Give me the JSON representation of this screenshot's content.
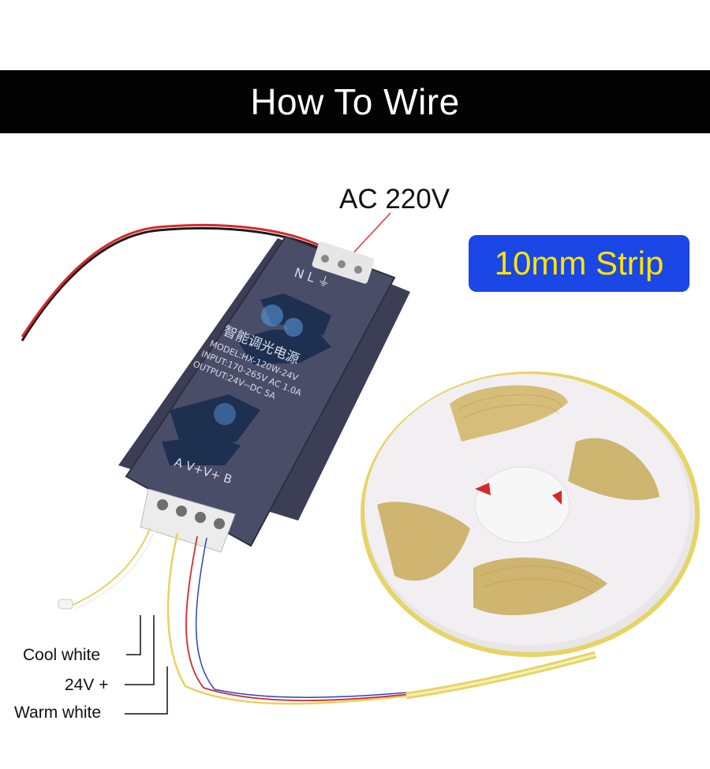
{
  "header": {
    "title": "How To Wire"
  },
  "ac_label": "AC 220V",
  "strip_badge": "10mm Strip",
  "power_supply": {
    "input_terminal": "N L ⏚",
    "title_cn": "智能调光电源",
    "model": "MODEL:HX-120W-24V",
    "input": "INPUT:170-265V AC 1.0A",
    "output": "OUTPUT:24V⎓DC 5A",
    "output_terminal": "A V+V+ B"
  },
  "wires": {
    "cool_white": "Cool white",
    "positive": "24V +",
    "warm_white": "Warm white"
  },
  "colors": {
    "header_bg": "#030303",
    "badge_bg": "#1a47e6",
    "badge_text": "#ffe400",
    "device_body": "#4a4d68",
    "strip_yellow": "#e8d260"
  }
}
